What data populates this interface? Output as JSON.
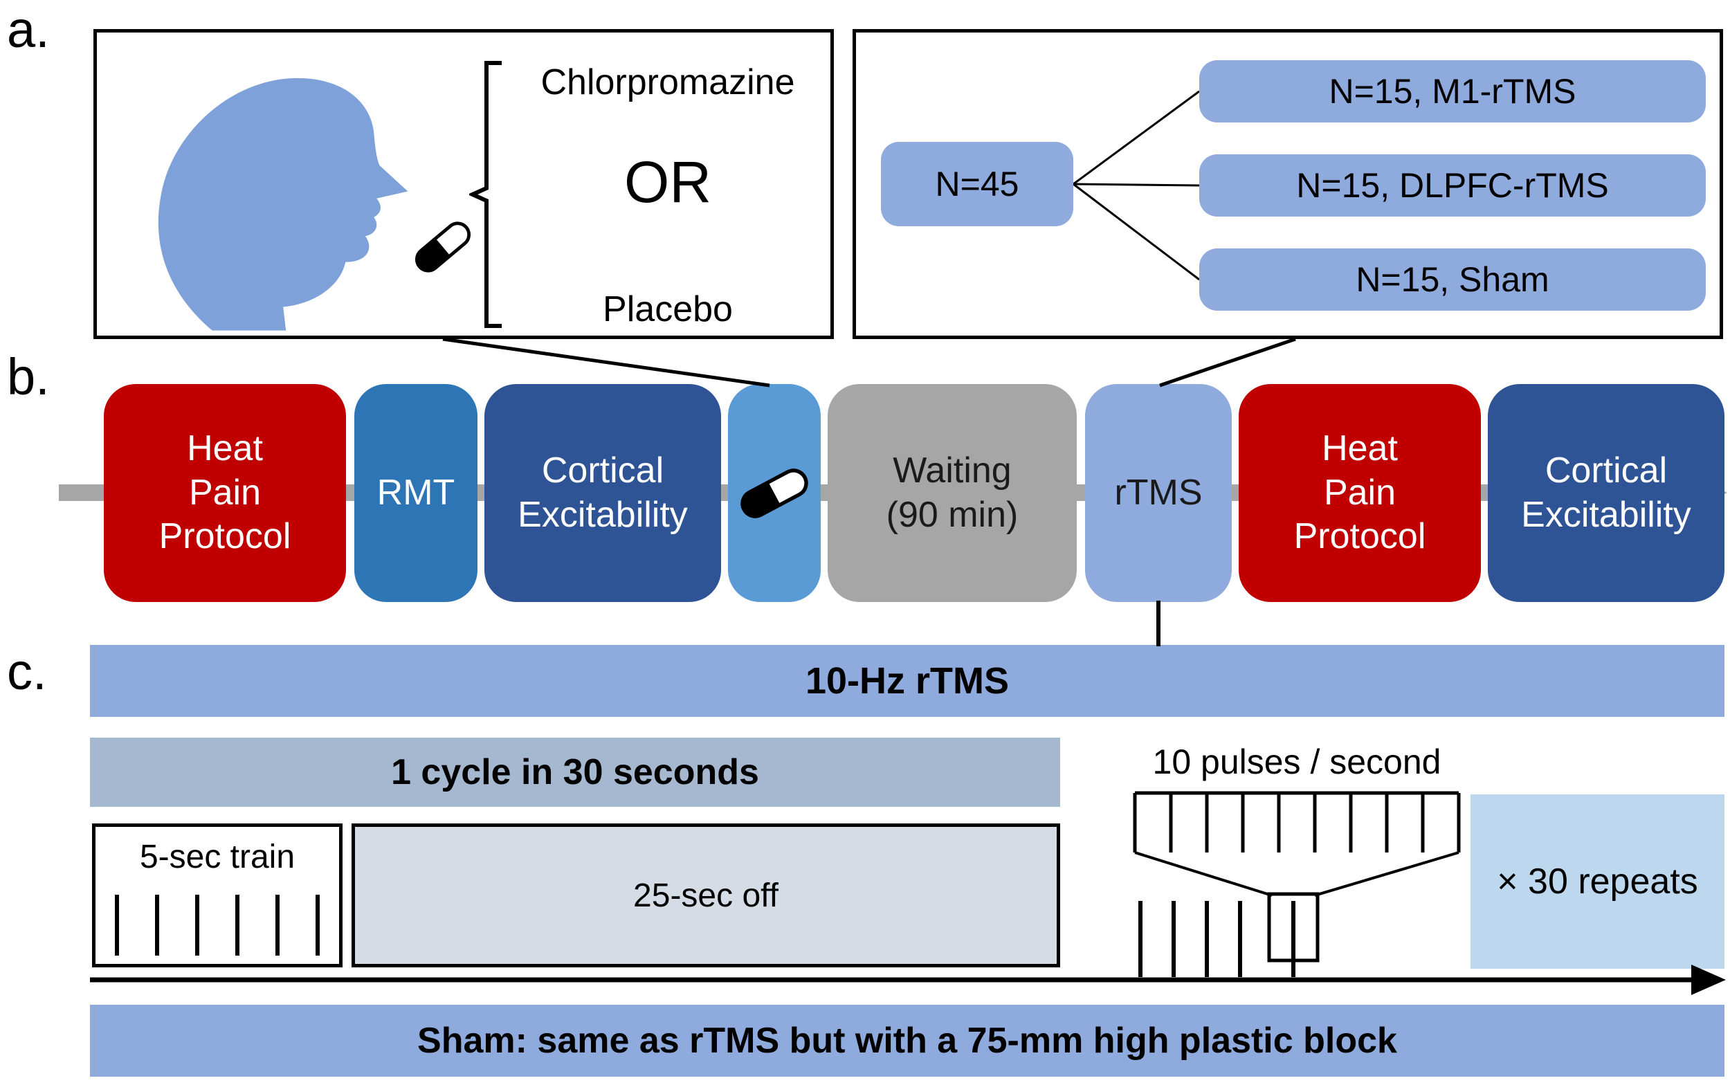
{
  "panel_labels": {
    "a": "a.",
    "b": "b.",
    "c": "c."
  },
  "drug_assignment": {
    "option_top": "Chlorpromazine",
    "or_label": "OR",
    "option_bottom": "Placebo"
  },
  "allocation": {
    "total": "N=45",
    "groups": [
      {
        "label": "N=15, M1-rTMS"
      },
      {
        "label": "N=15, DLPFC-rTMS"
      },
      {
        "label": "N=15, Sham"
      }
    ]
  },
  "timeline_steps": [
    {
      "label": "Heat\nPain\nProtocol",
      "bg": "#c00000",
      "fg": "#ffffff"
    },
    {
      "label": "RMT",
      "bg": "#2e75b6",
      "fg": "#ffffff"
    },
    {
      "label": "Cortical\nExcitability",
      "bg": "#2f5496",
      "fg": "#ffffff"
    },
    {
      "label": "",
      "bg": "#5b9bd5",
      "fg": "#000000"
    },
    {
      "label": "Waiting\n(90 min)",
      "bg": "#a6a6a6",
      "fg": "#1a1a1a"
    },
    {
      "label": "rTMS",
      "bg": "#8faadc",
      "fg": "#1a1a1a"
    },
    {
      "label": "Heat\nPain\nProtocol",
      "bg": "#c00000",
      "fg": "#ffffff"
    },
    {
      "label": "Cortical\nExcitability",
      "bg": "#2f5496",
      "fg": "#ffffff"
    }
  ],
  "rtms_protocol": {
    "title": "10-Hz rTMS",
    "cycle_label": "1 cycle in 30 seconds",
    "train_label": "5-sec train",
    "off_label": "25-sec off",
    "pulses_label": "10 pulses / second",
    "repeats_label": "× 30 repeats",
    "sham_label": "Sham: same as rTMS  but with a 75-mm high plastic block",
    "train_tick_count": 6,
    "pulse_tick_count": 10,
    "timeline_tick_count": 5
  },
  "colors": {
    "periwinkle": "#8faadc",
    "cycle_bar": "#a6b8cf",
    "off_box": "#d6dce6",
    "repeats_box": "#bdd7ee",
    "head_blue": "#7da1d8",
    "timeline_gray": "#a6a6a6",
    "red": "#c00000",
    "mid_blue": "#2e75b6",
    "dark_blue": "#2f5496",
    "pill_step_blue": "#5b9bd5"
  }
}
